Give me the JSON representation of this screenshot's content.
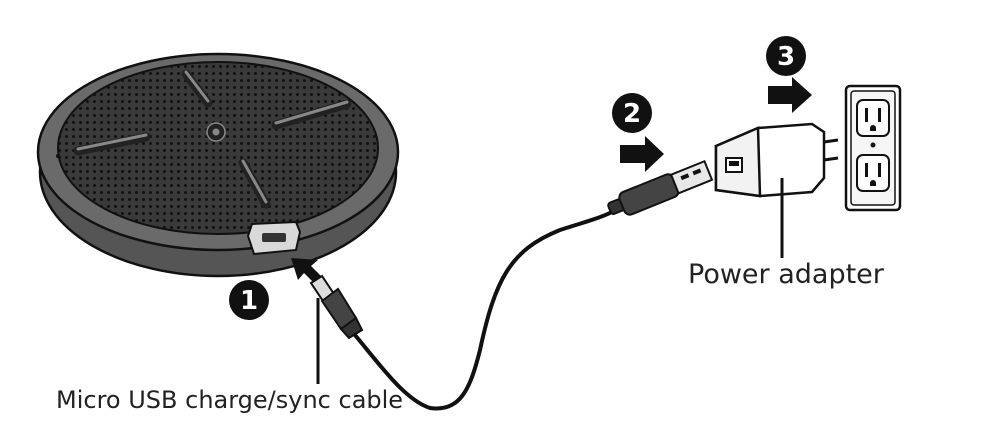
{
  "diagram": {
    "steps": [
      {
        "number": "1"
      },
      {
        "number": "2"
      },
      {
        "number": "3"
      }
    ],
    "labels": {
      "power_adapter": "Power adapter",
      "cable": "Micro USB charge/sync cable"
    }
  }
}
